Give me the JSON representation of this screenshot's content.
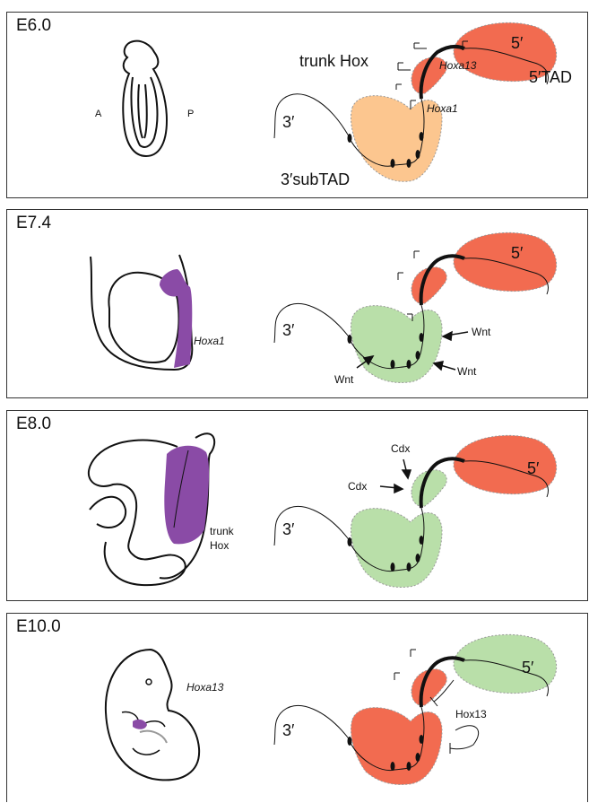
{
  "colors": {
    "red": "#f26b50",
    "orange": "#fcc68f",
    "green": "#b9dfa9",
    "purple": "#8a4ba6",
    "outline": "#111111"
  },
  "panels": [
    {
      "stage": "E6.0",
      "embryo_labels": {
        "anterior": "A",
        "posterior": "P"
      },
      "labels": {
        "trunk_hox": "trunk  Hox",
        "hoxa13": "Hoxa13",
        "hoxa1": "Hoxa1",
        "five_prime": "5′",
        "five_tad": "5′TAD",
        "three_prime": "3′",
        "three_subtad": "3′subTAD"
      }
    },
    {
      "stage": "E7.4",
      "embryo_labels": {
        "expression": "Hoxa1"
      },
      "labels": {
        "five_prime": "5′",
        "three_prime": "3′",
        "wnt_right_top": "Wnt",
        "wnt_left": "Wnt",
        "wnt_right_bottom": "Wnt"
      }
    },
    {
      "stage": "E8.0",
      "embryo_labels": {
        "expression_1": "trunk",
        "expression_2": "Hox"
      },
      "labels": {
        "cdx_top": "Cdx",
        "cdx_left": "Cdx",
        "five_prime": "5′",
        "three_prime": "3′"
      }
    },
    {
      "stage": "E10.0",
      "embryo_labels": {
        "expression": "Hoxa13"
      },
      "labels": {
        "five_prime": "5′",
        "three_prime": "3′",
        "hox13": "Hox13"
      }
    }
  ]
}
